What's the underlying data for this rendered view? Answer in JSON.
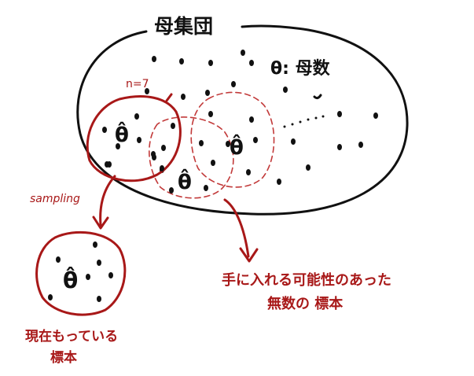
{
  "population": {
    "title": "母集団",
    "parameter": "θ: 母数"
  },
  "samples": {
    "size_label": "n=7",
    "estimate": "θ̂",
    "sampling_label": "sampling",
    "current_sample_label_line1": "現在もっている",
    "current_sample_label_line2": "標本",
    "possible_samples_label_line1": "手に入れる可能性のあった",
    "possible_samples_label_line2": "無数の 標本"
  },
  "colors": {
    "ink": "#111111",
    "accent": "#a81818"
  }
}
